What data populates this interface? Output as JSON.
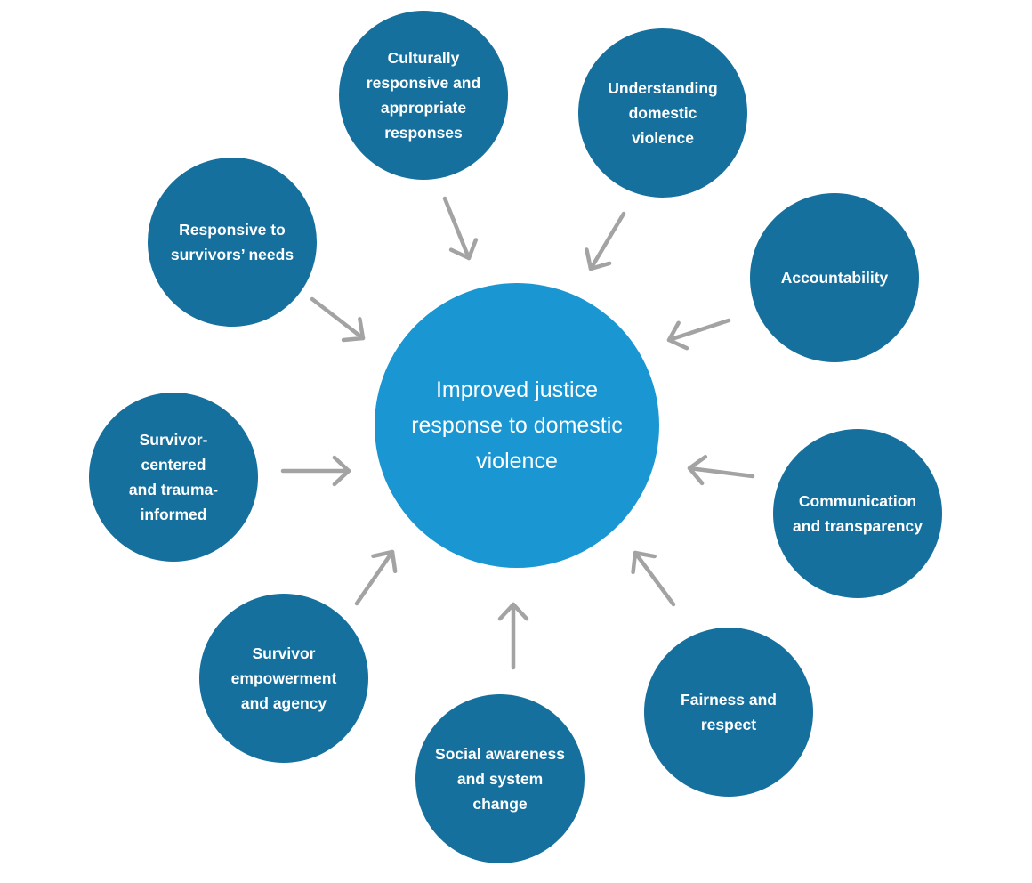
{
  "diagram": {
    "center": {
      "label": "Improved justice\nresponse to domestic\nviolence",
      "color": "#1a96d2"
    },
    "factor_color": "#15709e",
    "arrow_color": "#a3a3a3",
    "factors": [
      {
        "id": "culturally-responsive",
        "label": "Culturally\nresponsive and\nappropriate\nresponses"
      },
      {
        "id": "understanding-dv",
        "label": "Understanding\ndomestic\nviolence"
      },
      {
        "id": "accountability",
        "label": "Accountability"
      },
      {
        "id": "communication-transparency",
        "label": "Communication\nand transparency"
      },
      {
        "id": "fairness-respect",
        "label": "Fairness and\nrespect"
      },
      {
        "id": "social-awareness",
        "label": "Social awareness\nand system\nchange"
      },
      {
        "id": "survivor-empowerment",
        "label": "Survivor\nempowerment\nand agency"
      },
      {
        "id": "survivor-centered",
        "label": "Survivor-\ncentered\nand trauma-\ninformed"
      },
      {
        "id": "responsive-needs",
        "label": "Responsive to\nsurvivors’ needs"
      }
    ]
  }
}
